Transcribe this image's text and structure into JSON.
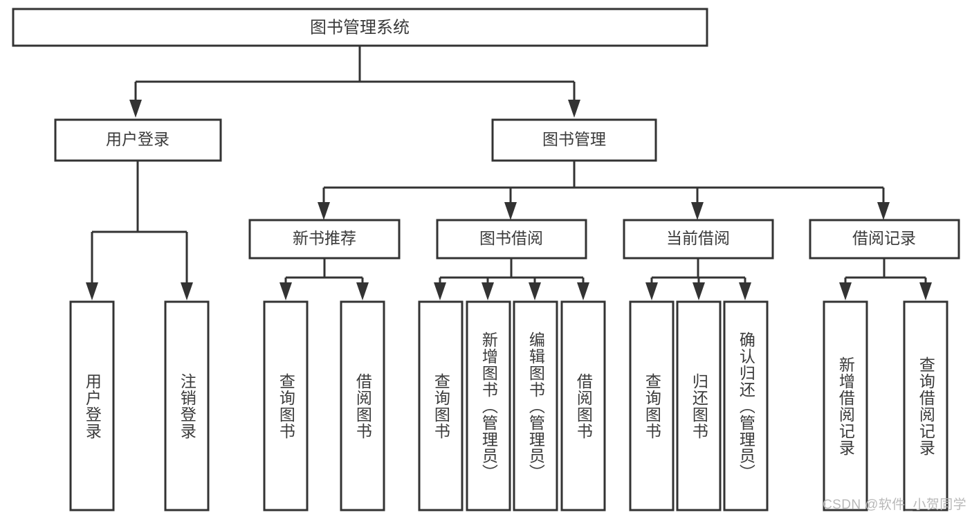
{
  "diagram": {
    "type": "tree-hierarchy",
    "title": "图书管理系统",
    "background_color": "#ffffff",
    "stroke_color": "#333333",
    "text_color": "#3a3a3a",
    "watermark": "CSDN @软件_小贺同学",
    "root": {
      "label": "图书管理系统"
    },
    "level1": [
      {
        "label": "用户登录"
      },
      {
        "label": "图书管理"
      }
    ],
    "level2": [
      {
        "label": "新书推荐"
      },
      {
        "label": "图书借阅"
      },
      {
        "label": "当前借阅"
      },
      {
        "label": "借阅记录"
      }
    ],
    "leaves": {
      "user_login": [
        {
          "label": "用户登录"
        },
        {
          "label": "注销登录"
        }
      ],
      "new_book_recommend": [
        {
          "label": "查询图书"
        },
        {
          "label": "借阅图书"
        }
      ],
      "book_borrow": [
        {
          "label": "查询图书"
        },
        {
          "label": "新增图书（管理员）"
        },
        {
          "label": "编辑图书（管理员）"
        },
        {
          "label": "借阅图书"
        }
      ],
      "current_borrow": [
        {
          "label": "查询图书"
        },
        {
          "label": "归还图书"
        },
        {
          "label": "确认归还（管理员）"
        }
      ],
      "borrow_record": [
        {
          "label": "新增借阅记录"
        },
        {
          "label": "查询借阅记录"
        }
      ]
    }
  }
}
